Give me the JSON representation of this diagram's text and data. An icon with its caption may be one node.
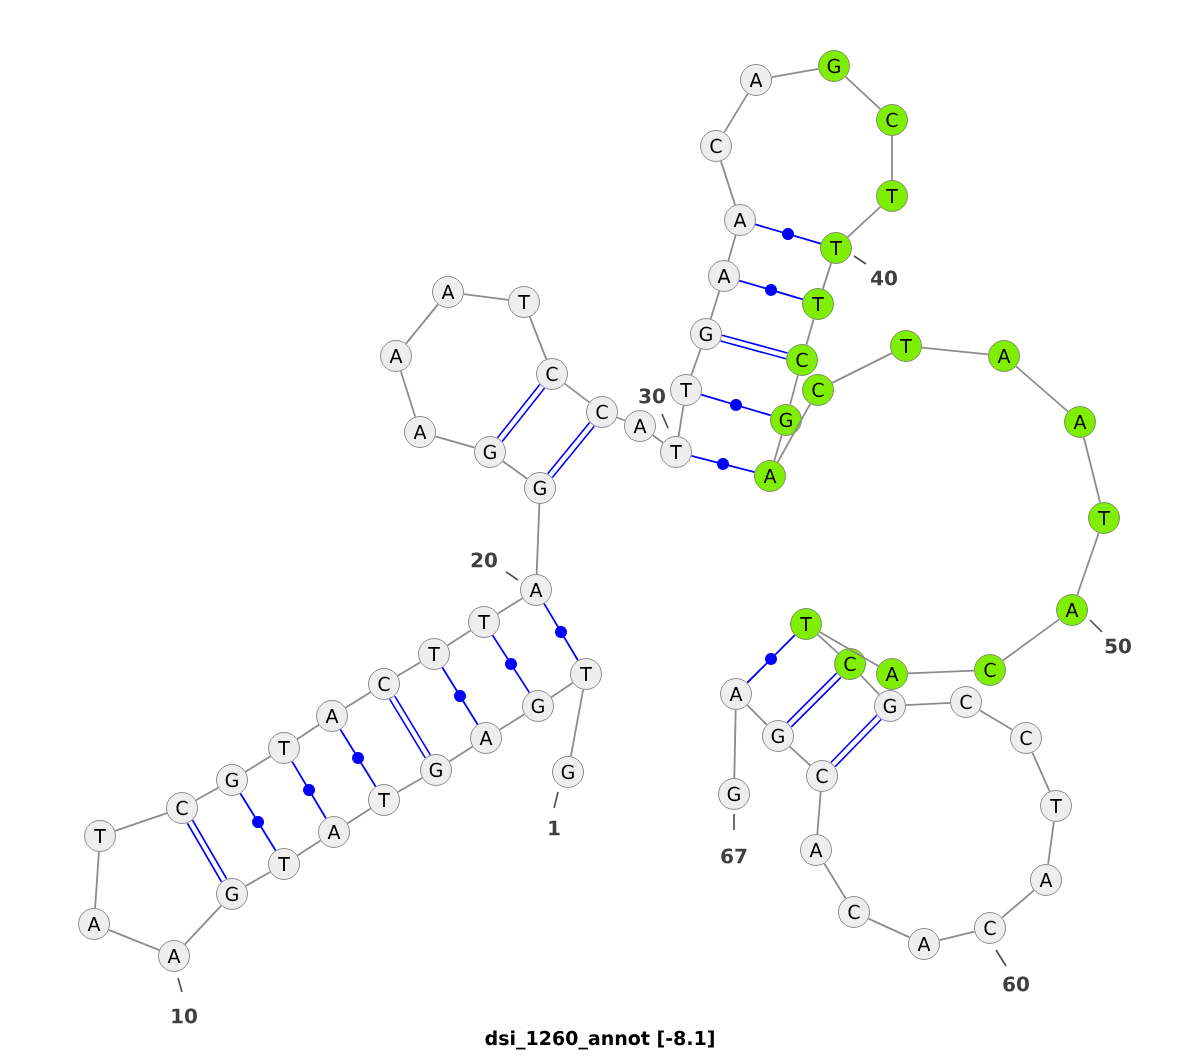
{
  "diagram": {
    "title": "dsi_1260_annot [-8.1]",
    "nodes": [
      {
        "text": [
          "G"
        ],
        "beside": [
          "1"
        ]
      },
      {
        "text": [
          "T"
        ]
      },
      {
        "text": [
          "G"
        ]
      },
      {
        "text": [
          "A"
        ]
      },
      {
        "text": [
          "G"
        ]
      },
      {
        "text": [
          "T"
        ]
      },
      {
        "text": [
          "A"
        ]
      },
      {
        "text": [
          "T"
        ]
      },
      {
        "text": [
          "G"
        ]
      },
      {
        "text": [
          "A"
        ],
        "beside": [
          "10"
        ]
      },
      {
        "text": [
          "A"
        ]
      },
      {
        "text": [
          "T"
        ]
      },
      {
        "text": [
          "C"
        ]
      },
      {
        "text": [
          "G"
        ]
      },
      {
        "text": [
          "T"
        ]
      },
      {
        "text": [
          "A"
        ]
      },
      {
        "text": [
          "C"
        ]
      },
      {
        "text": [
          "T"
        ]
      },
      {
        "text": [
          "T"
        ]
      },
      {
        "text": [
          "A"
        ],
        "beside": [
          "20"
        ]
      },
      {
        "text": [
          "G"
        ]
      },
      {
        "text": [
          "G"
        ]
      },
      {
        "text": [
          "A"
        ]
      },
      {
        "text": [
          "A"
        ]
      },
      {
        "text": [
          "A"
        ]
      },
      {
        "text": [
          "T"
        ]
      },
      {
        "text": [
          "C"
        ]
      },
      {
        "text": [
          "C"
        ]
      },
      {
        "text": [
          "A"
        ]
      },
      {
        "text": [
          "T"
        ]
      },
      {
        "text": [
          "T"
        ]
      },
      {
        "text": [
          "G"
        ]
      },
      {
        "text": [
          "A"
        ]
      },
      {
        "text": [
          "A"
        ]
      },
      {
        "text": [
          "C"
        ]
      },
      {
        "text": [
          "A"
        ]
      },
      {
        "text": [
          "G"
        ]
      },
      {
        "text": [
          "C"
        ]
      },
      {
        "text": [
          "T"
        ]
      },
      {
        "text": [
          "T"
        ],
        "beside": [
          "40"
        ]
      },
      {
        "text": [
          "T"
        ]
      },
      {
        "text": [
          "C"
        ]
      },
      {
        "text": [
          "G"
        ]
      },
      {
        "text": [
          "A"
        ]
      },
      {
        "text": [
          "C"
        ]
      },
      {
        "text": [
          "T"
        ]
      },
      {
        "text": [
          "A"
        ]
      },
      {
        "text": [
          "A"
        ]
      },
      {
        "text": [
          "T"
        ]
      },
      {
        "text": [
          "A"
        ],
        "beside": [
          "50"
        ]
      },
      {
        "text": [
          "C"
        ]
      },
      {
        "text": [
          "A"
        ]
      },
      {
        "text": [
          "T"
        ]
      },
      {
        "text": [
          "C"
        ]
      },
      {
        "text": [
          "G"
        ]
      },
      {
        "text": [
          "C"
        ]
      },
      {
        "text": [
          "C"
        ]
      },
      {
        "text": [
          "T"
        ]
      },
      {
        "text": [
          "A"
        ]
      },
      {
        "text": [
          "C"
        ],
        "beside": [
          "60"
        ]
      },
      {
        "text": [
          "A"
        ]
      },
      {
        "text": [
          "C"
        ]
      },
      {
        "text": [
          "A"
        ]
      },
      {
        "text": [
          "C"
        ]
      },
      {
        "text": [
          "G"
        ]
      },
      {
        "text": [
          "A"
        ]
      },
      {
        "text": [
          "G"
        ],
        "beside": [
          "67"
        ]
      }
    ],
    "edges": [
      {
        "from": 0,
        "to": 1,
        "arrow": "none"
      },
      {
        "from": 1,
        "to": 2,
        "arrow": "none"
      },
      {
        "from": 2,
        "to": 3,
        "arrow": "none"
      },
      {
        "from": 3,
        "to": 4,
        "arrow": "none"
      },
      {
        "from": 4,
        "to": 5,
        "arrow": "none"
      },
      {
        "from": 5,
        "to": 6,
        "arrow": "none"
      },
      {
        "from": 6,
        "to": 7,
        "arrow": "none"
      },
      {
        "from": 7,
        "to": 8,
        "arrow": "none"
      },
      {
        "from": 8,
        "to": 9,
        "arrow": "none"
      },
      {
        "from": 9,
        "to": 10,
        "arrow": "none"
      },
      {
        "from": 10,
        "to": 11,
        "arrow": "none"
      },
      {
        "from": 11,
        "to": 12,
        "arrow": "none"
      },
      {
        "from": 12,
        "to": 13,
        "arrow": "none"
      },
      {
        "from": 13,
        "to": 14,
        "arrow": "none"
      },
      {
        "from": 14,
        "to": 15,
        "arrow": "none"
      },
      {
        "from": 15,
        "to": 16,
        "arrow": "none"
      },
      {
        "from": 16,
        "to": 17,
        "arrow": "none"
      },
      {
        "from": 17,
        "to": 18,
        "arrow": "none"
      },
      {
        "from": 18,
        "to": 19,
        "arrow": "none"
      },
      {
        "from": 19,
        "to": 20,
        "arrow": "none"
      },
      {
        "from": 20,
        "to": 21,
        "arrow": "none"
      },
      {
        "from": 21,
        "to": 22,
        "arrow": "none"
      },
      {
        "from": 22,
        "to": 23,
        "arrow": "none"
      },
      {
        "from": 23,
        "to": 24,
        "arrow": "none"
      },
      {
        "from": 24,
        "to": 25,
        "arrow": "none"
      },
      {
        "from": 25,
        "to": 26,
        "arrow": "none"
      },
      {
        "from": 26,
        "to": 27,
        "arrow": "none"
      },
      {
        "from": 27,
        "to": 28,
        "arrow": "none"
      },
      {
        "from": 28,
        "to": 29,
        "arrow": "none"
      },
      {
        "from": 29,
        "to": 30,
        "arrow": "none"
      },
      {
        "from": 30,
        "to": 31,
        "arrow": "none"
      },
      {
        "from": 31,
        "to": 32,
        "arrow": "none"
      },
      {
        "from": 32,
        "to": 33,
        "arrow": "none"
      },
      {
        "from": 33,
        "to": 34,
        "arrow": "none"
      },
      {
        "from": 34,
        "to": 35,
        "arrow": "none"
      },
      {
        "from": 35,
        "to": 36,
        "arrow": "none"
      },
      {
        "from": 36,
        "to": 37,
        "arrow": "none"
      },
      {
        "from": 37,
        "to": 38,
        "arrow": "none"
      },
      {
        "from": 38,
        "to": 39,
        "arrow": "none"
      },
      {
        "from": 39,
        "to": 40,
        "arrow": "none"
      },
      {
        "from": 40,
        "to": 41,
        "arrow": "none"
      },
      {
        "from": 41,
        "to": 42,
        "arrow": "none"
      },
      {
        "from": 42,
        "to": 43,
        "arrow": "none"
      },
      {
        "from": 43,
        "to": 44,
        "arrow": "none"
      },
      {
        "from": 44,
        "to": 45,
        "arrow": "none"
      },
      {
        "from": 45,
        "to": 46,
        "arrow": "none"
      },
      {
        "from": 46,
        "to": 47,
        "arrow": "none"
      },
      {
        "from": 47,
        "to": 48,
        "arrow": "none"
      },
      {
        "from": 48,
        "to": 49,
        "arrow": "none"
      },
      {
        "from": 49,
        "to": 50,
        "arrow": "none"
      },
      {
        "from": 50,
        "to": 51,
        "arrow": "none"
      },
      {
        "from": 51,
        "to": 52,
        "arrow": "none"
      },
      {
        "from": 52,
        "to": 53,
        "arrow": "none"
      },
      {
        "from": 53,
        "to": 54,
        "arrow": "none"
      },
      {
        "from": 54,
        "to": 55,
        "arrow": "none"
      },
      {
        "from": 55,
        "to": 56,
        "arrow": "none"
      },
      {
        "from": 56,
        "to": 57,
        "arrow": "none"
      },
      {
        "from": 57,
        "to": 58,
        "arrow": "none"
      },
      {
        "from": 58,
        "to": 59,
        "arrow": "none"
      },
      {
        "from": 59,
        "to": 60,
        "arrow": "none"
      },
      {
        "from": 60,
        "to": 61,
        "arrow": "none"
      },
      {
        "from": 61,
        "to": 62,
        "arrow": "none"
      },
      {
        "from": 62,
        "to": 63,
        "arrow": "none"
      },
      {
        "from": 63,
        "to": 64,
        "arrow": "none"
      },
      {
        "from": 64,
        "to": 65,
        "arrow": "none"
      },
      {
        "from": 65,
        "to": 66,
        "arrow": "none"
      },
      {
        "from": 1,
        "to": 19,
        "arrow": "none",
        "color": "#0000ff"
      },
      {
        "from": 2,
        "to": 18,
        "arrow": "none",
        "color": "#0000ff"
      },
      {
        "from": 3,
        "to": 17,
        "arrow": "none",
        "color": "#0000ff"
      },
      {
        "from": 4,
        "to": 16,
        "arrow": "none",
        "style": "thick",
        "color": "#0000ff"
      },
      {
        "from": 5,
        "to": 15,
        "arrow": "none",
        "color": "#0000ff"
      },
      {
        "from": 6,
        "to": 14,
        "arrow": "none",
        "color": "#0000ff"
      },
      {
        "from": 7,
        "to": 13,
        "arrow": "none",
        "color": "#0000ff"
      },
      {
        "from": 8,
        "to": 12,
        "arrow": "none",
        "style": "thick",
        "color": "#0000ff"
      },
      {
        "from": 20,
        "to": 27,
        "arrow": "none",
        "style": "thick",
        "color": "#0000ff"
      },
      {
        "from": 21,
        "to": 26,
        "arrow": "none",
        "style": "thick",
        "color": "#0000ff"
      },
      {
        "from": 29,
        "to": 43,
        "arrow": "none",
        "color": "#0000ff"
      },
      {
        "from": 30,
        "to": 42,
        "arrow": "none",
        "color": "#0000ff"
      },
      {
        "from": 31,
        "to": 41,
        "arrow": "none",
        "style": "thick",
        "color": "#0000ff"
      },
      {
        "from": 32,
        "to": 40,
        "arrow": "none",
        "color": "#0000ff"
      },
      {
        "from": 33,
        "to": 39,
        "arrow": "none",
        "color": "#0000ff"
      },
      {
        "from": 52,
        "to": 65,
        "arrow": "none",
        "color": "#0000ff"
      },
      {
        "from": 53,
        "to": 64,
        "arrow": "none",
        "style": "thick",
        "color": "#0000ff"
      },
      {
        "from": 54,
        "to": 63,
        "arrow": "none",
        "style": "thick",
        "color": "#0000ff"
      }
    ],
    "labels": [
      "30"
    ]
  }
}
